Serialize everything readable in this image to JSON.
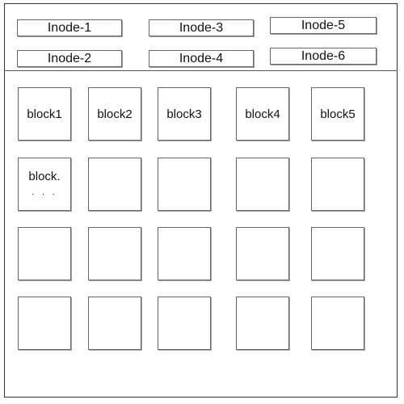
{
  "inodes": [
    {
      "label": "Inode-1"
    },
    {
      "label": "Inode-2"
    },
    {
      "label": "Inode-3"
    },
    {
      "label": "Inode-4"
    },
    {
      "label": "Inode-5"
    },
    {
      "label": "Inode-6"
    }
  ],
  "blocks": [
    {
      "label": "block1"
    },
    {
      "label": "block2"
    },
    {
      "label": "block3"
    },
    {
      "label": "block4"
    },
    {
      "label": "block5"
    },
    {
      "label": "block.",
      "ellipsis": ". . ."
    }
  ],
  "grid": {
    "rows": 4,
    "columns": 5
  }
}
